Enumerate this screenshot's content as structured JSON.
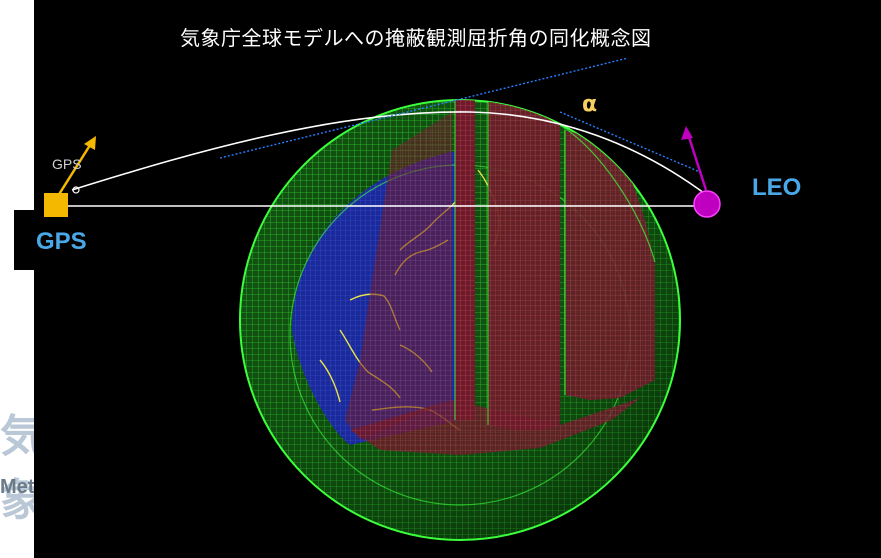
{
  "title": "気象庁全球モデルへの掩蔽観測屈折角の同化概念図",
  "labels": {
    "gps_large": "GPS",
    "gps_small": "GPS",
    "leo": "LEO",
    "alpha": "α"
  },
  "watermark": {
    "kanji": "気象",
    "text": "Meteor"
  },
  "colors": {
    "background": "#000000",
    "grid_outer": "#3cff3c",
    "globe_ocean": "#1b2a9a",
    "coastline": "#e8e24a",
    "layer_wedge": "#8a1f2a",
    "gps_marker": "#f5b800",
    "leo_marker": "#c000c0",
    "label_blue": "#4aa8e8",
    "ray_blue": "#2a7fff",
    "ray_white": "#ffffff"
  },
  "icons": {
    "gps": "gps-satellite-icon",
    "leo": "leo-satellite-icon"
  }
}
